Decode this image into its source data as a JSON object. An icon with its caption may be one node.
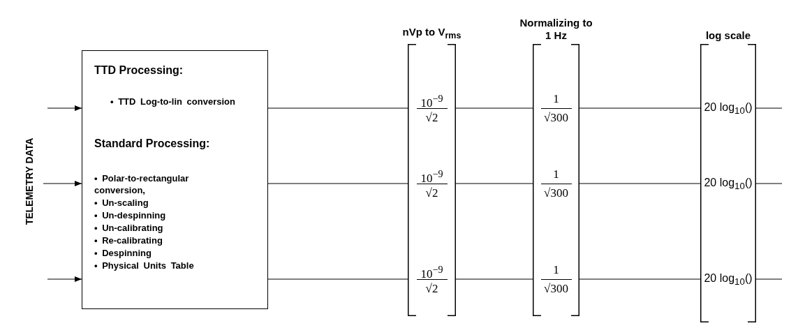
{
  "diagram": {
    "nodes": [
      {
        "text": [
          "TTD Processing:",
          "• TTD Log-to-lin conversion",
          "Standard Processing:",
          "• Polar-to-rectangular conversion,",
          "• Un-scaling",
          "• Un-despinning",
          "• Un-calibrating",
          "• Re-calibrating",
          "• Despinning",
          "• Physical Units Table"
        ]
      },
      {
        "text": [
          "nVp to V$_{rms}$",
          "10$^{−9}$",
          "√2",
          "10$^{−9}$",
          "√2",
          "10$^{−9}$",
          "√2"
        ]
      },
      {
        "text": [
          "Normalizing to 1 Hz",
          "1",
          "√300",
          "1",
          "√300",
          "1",
          "√300"
        ]
      },
      {
        "text": [
          "log scale",
          "20 log$_{10}$()",
          "20 log$_{10}$()",
          "20 log$_{10}$()"
        ]
      }
    ],
    "edges": [
      {
        "from": null,
        "to": 0,
        "arrow": "to"
      },
      {
        "from": null,
        "to": 0,
        "arrow": "to"
      },
      {
        "from": null,
        "to": 0,
        "arrow": "to"
      },
      {
        "from": 0,
        "to": 1,
        "arrow": "none"
      },
      {
        "from": 0,
        "to": 1,
        "arrow": "none"
      },
      {
        "from": 0,
        "to": 1,
        "arrow": "none"
      },
      {
        "from": 1,
        "to": 2,
        "arrow": "none"
      },
      {
        "from": 1,
        "to": 2,
        "arrow": "none"
      },
      {
        "from": 1,
        "to": 2,
        "arrow": "none"
      },
      {
        "from": 2,
        "to": 3,
        "arrow": "none"
      },
      {
        "from": 2,
        "to": 3,
        "arrow": "none"
      },
      {
        "from": 2,
        "to": 3,
        "arrow": "none"
      },
      {
        "from": 3,
        "to": null,
        "arrow": "none"
      },
      {
        "from": 3,
        "to": null,
        "arrow": "none"
      },
      {
        "from": 3,
        "to": null,
        "arrow": "none"
      }
    ],
    "labels": [
      "TELEMETRY DATA"
    ]
  }
}
